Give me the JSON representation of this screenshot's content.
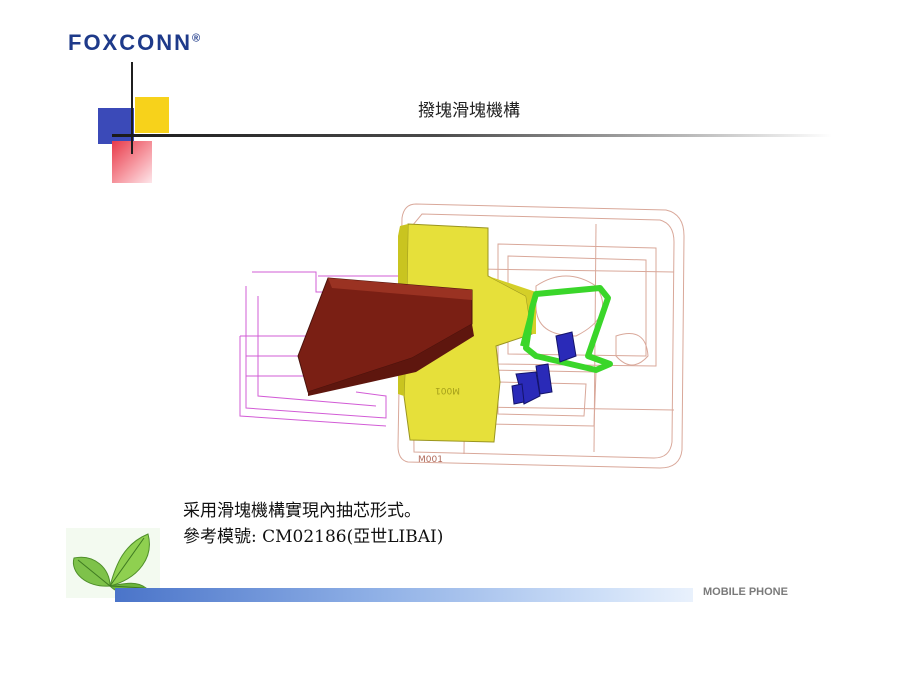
{
  "logo": {
    "text": "FOXCONN",
    "mark": "®"
  },
  "slide": {
    "title": "撥塊滑塊機構"
  },
  "caption": {
    "line1": "采用滑塊機構實現內抽芯形式。",
    "line2": "參考模號: CM02186(亞世LIBAI)"
  },
  "footer": {
    "label": "MOBILE PHONE"
  },
  "diagram": {
    "part_label_1": "M001",
    "part_label_2": "M001"
  },
  "colors": {
    "brand_blue": "#1e3a8a",
    "accent_yellow": "#f7d21b",
    "accent_red": "#e83a4a",
    "slider_dark_red": "#7a1f14",
    "block_yellow": "#e6e03a",
    "wire_magenta": "#d25cd6",
    "wire_tan": "#d9a89a",
    "part_green": "#3ad62a",
    "part_blue": "#2a2ab8"
  },
  "icons": [
    "leaf-icon"
  ]
}
